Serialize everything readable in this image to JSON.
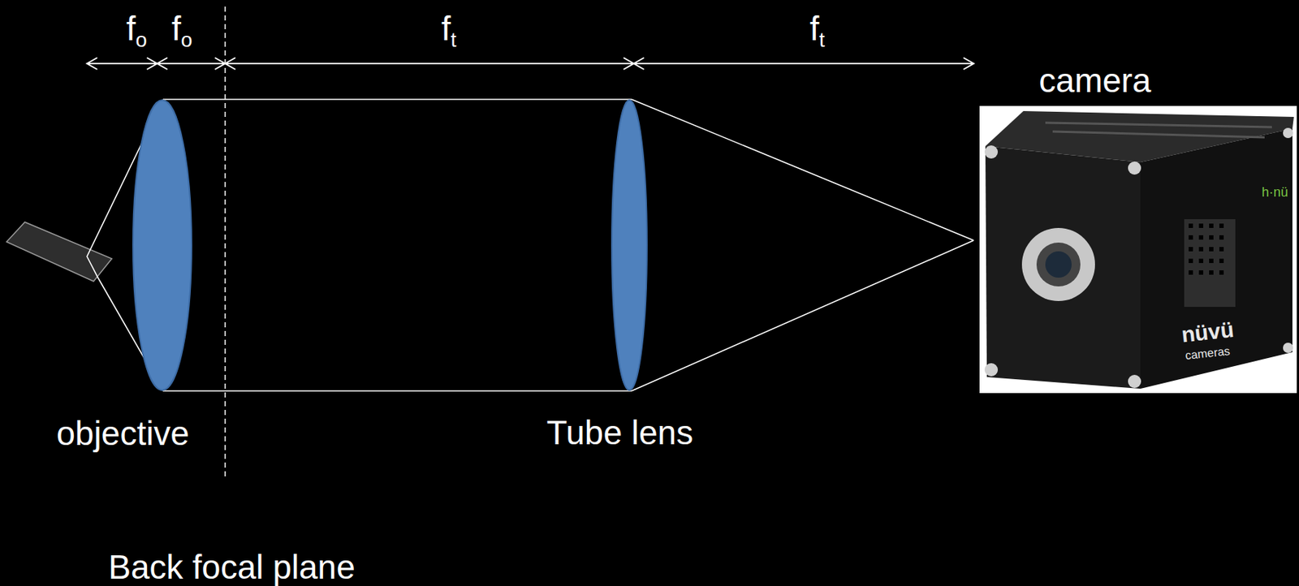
{
  "diagram": {
    "nodes": [
      {
        "text": [
          "objective"
        ]
      },
      {
        "text": [
          "Tube lens"
        ]
      },
      {
        "text": [
          "camera"
        ]
      }
    ],
    "labels": [
      "fo",
      "fo",
      "ft",
      "ft",
      "Back focal plane",
      "h·nü",
      "nüvü",
      "cameras"
    ]
  }
}
